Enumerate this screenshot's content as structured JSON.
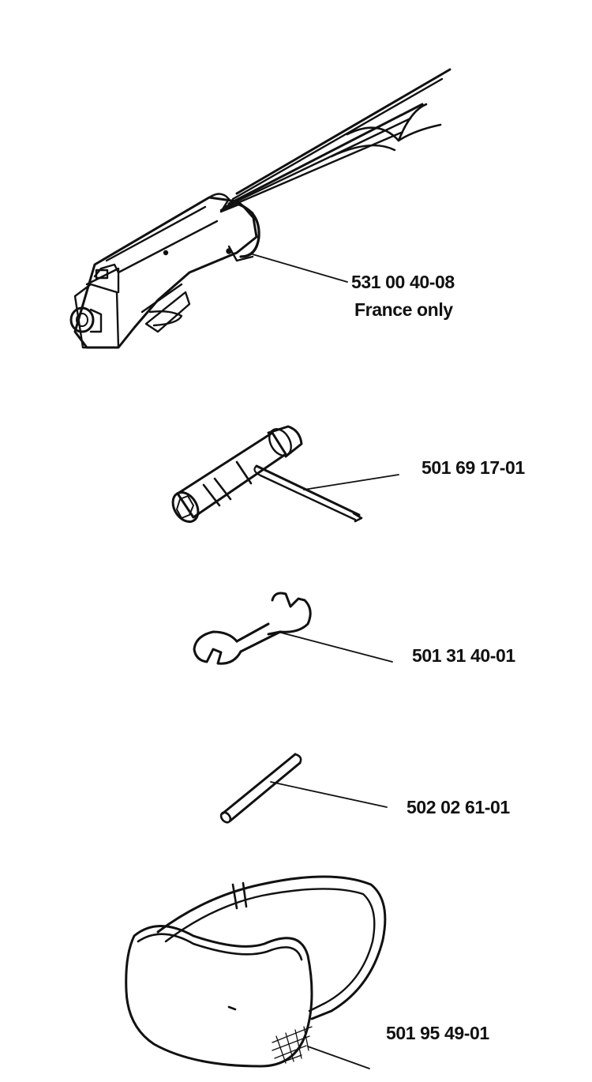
{
  "parts": [
    {
      "number": "531 00 40-08",
      "note": "France only",
      "icon": "harness-handle-icon"
    },
    {
      "number": "501 69 17-01",
      "icon": "t-wrench-icon"
    },
    {
      "number": "501 31 40-01",
      "icon": "open-end-wrench-icon"
    },
    {
      "number": "502 02 61-01",
      "icon": "pin-icon"
    },
    {
      "number": "501 95 49-01",
      "icon": "visor-icon"
    }
  ],
  "colors": {
    "ink": "#111111",
    "background": "#ffffff"
  }
}
